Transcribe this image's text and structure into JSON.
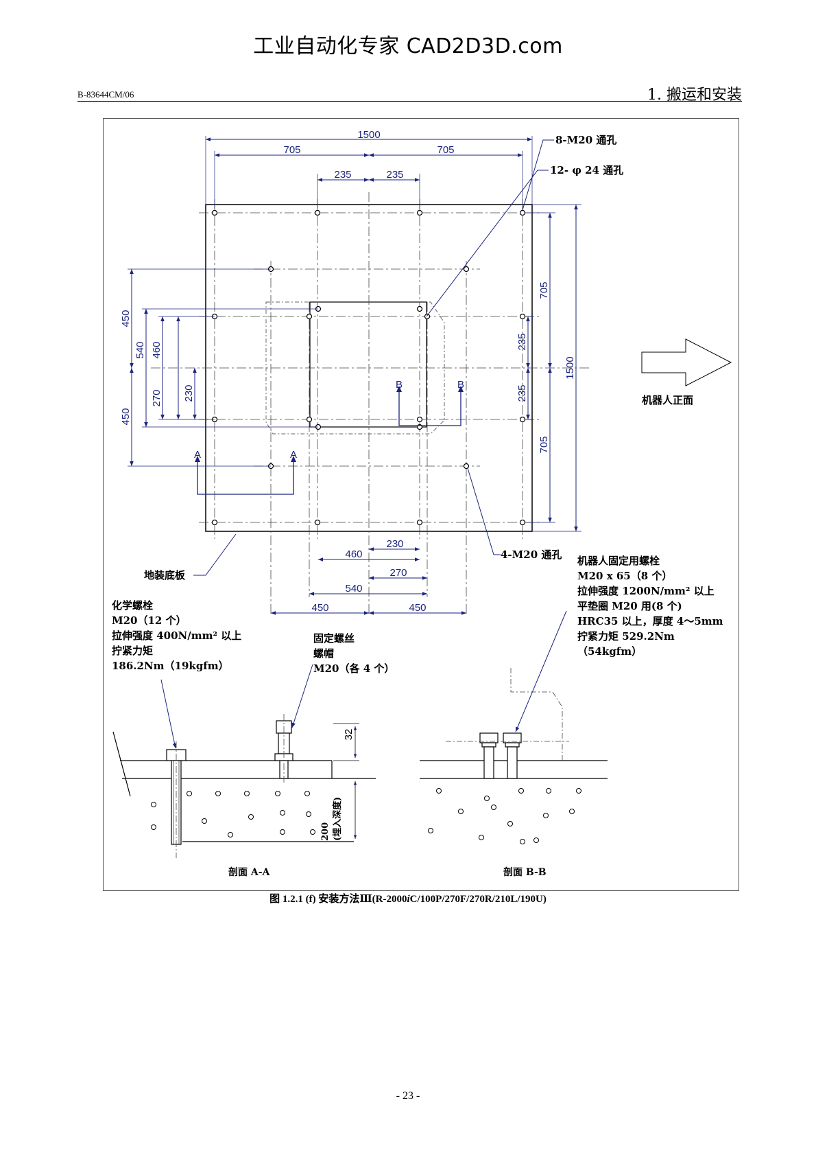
{
  "watermark": "工业自动化专家 CAD2D3D.com",
  "header": {
    "doc_code": "B-83644CM/06",
    "section": "1. 搬运和安装"
  },
  "dimensions": {
    "top_total": "1500",
    "top_left": "705",
    "top_right": "705",
    "top_inner_left": "235",
    "top_inner_right": "235",
    "right_upper": "705",
    "right_mid_upper": "235",
    "right_mid_lower": "235",
    "right_lower": "705",
    "right_total": "1500",
    "left_upper": "450",
    "left_lower": "450",
    "left_540": "540",
    "left_460": "460",
    "left_270": "270",
    "left_230": "230",
    "bottom_230": "230",
    "bottom_460": "460",
    "bottom_270": "270",
    "bottom_540": "540",
    "bottom_left_450": "450",
    "bottom_right_450": "450",
    "sect_32": "32",
    "sect_200": "200",
    "sect_200_note": "(埋入深度)"
  },
  "labels": {
    "hole_8": "8-M20 通孔",
    "hole_12": "12- φ 24 通孔",
    "hole_4": "4-M20 通孔",
    "front": "机器人正面",
    "base_plate": "地装底板",
    "sec_a": "A",
    "sec_b": "B",
    "section_aa": "剖面 A-A",
    "section_bb": "剖面 B-B"
  },
  "notes": {
    "chem": [
      "化学螺栓",
      "M20（12 个）",
      "拉伸强度 400N/mm² 以上",
      "拧紧力矩",
      "186.2Nm（19kgfm）"
    ],
    "fix": [
      "固定螺丝",
      "螺帽",
      "M20（各 4 个）"
    ],
    "robot": [
      "机器人固定用螺栓",
      "M20 x 65（8 个）",
      "拉伸强度 1200N/mm² 以上",
      "平垫圈 M20 用(8 个)",
      "HRC35 以上，厚度 4～5mm",
      "拧紧力矩 529.2Nm",
      "（54kgfm）"
    ]
  },
  "caption": {
    "prefix": "图 1.2.1 (f) 安装方法Ⅲ(R-2000",
    "italic": "i",
    "suffix": "C/100P/270F/270R/210L/190U)"
  },
  "page_number": "- 23 -",
  "colors": {
    "dimension": "#1a237e",
    "line": "#000000"
  }
}
